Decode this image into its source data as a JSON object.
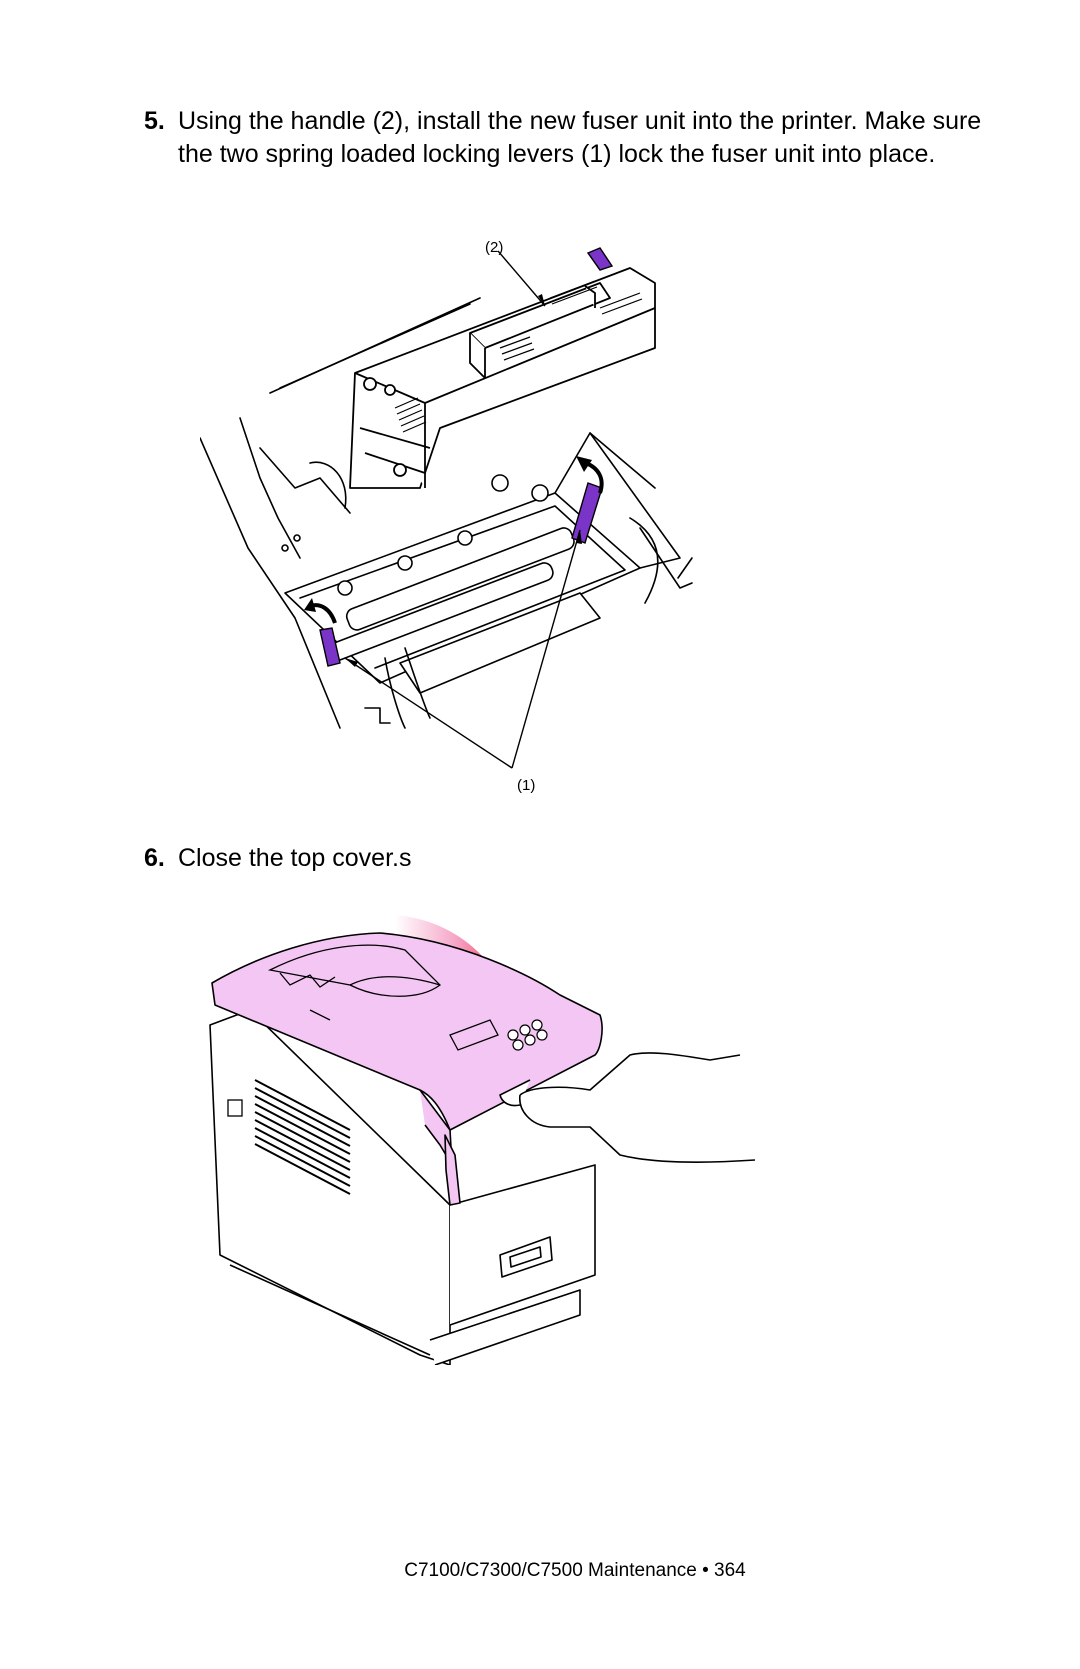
{
  "steps": [
    {
      "number": "5.",
      "text": "Using the handle (2), install the new fuser unit into the printer. Make sure the two spring loaded locking levers (1) lock the fuser unit into place."
    },
    {
      "number": "6.",
      "text": "Close the top cover.s"
    }
  ],
  "figure1": {
    "callout_handle": "(2)",
    "callout_levers": "(1)"
  },
  "colors": {
    "lever": "#7a35c8",
    "cover": "#f4c6f4",
    "arrow": "#e8141c"
  },
  "footer": {
    "text": "C7100/C7300/C7500 Maintenance  •  364"
  }
}
